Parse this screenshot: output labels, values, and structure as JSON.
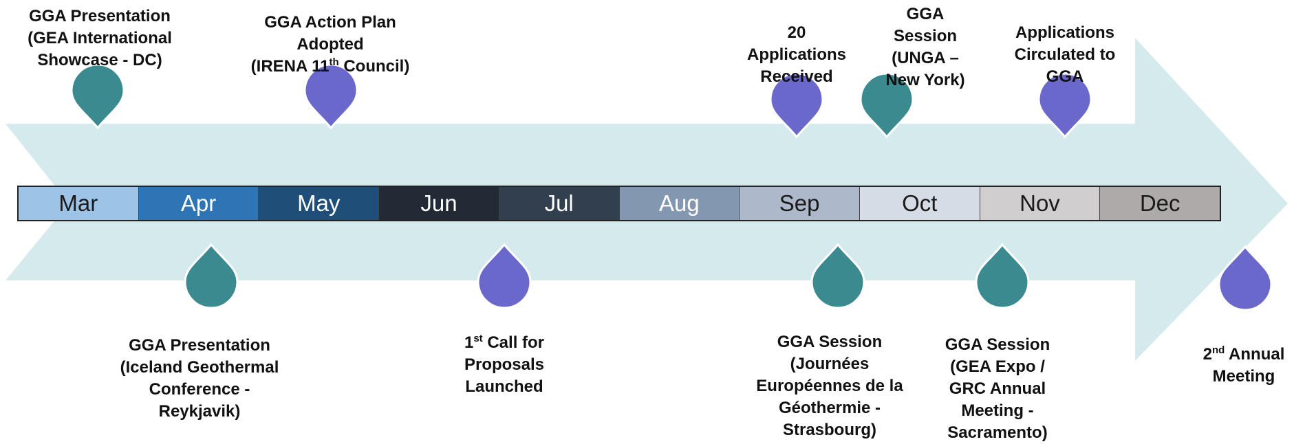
{
  "colors": {
    "arrow_fill": "#d4eaed",
    "pin_teal": "#3b8a8f",
    "pin_purple": "#6b68cc",
    "pin_outline": "#ffffff"
  },
  "months": [
    {
      "label": "Mar",
      "bg": "#9dc3e6",
      "fg": "#1a1a1a"
    },
    {
      "label": "Apr",
      "bg": "#2e75b6",
      "fg": "#ffffff"
    },
    {
      "label": "May",
      "bg": "#1f4e79",
      "fg": "#ffffff"
    },
    {
      "label": "Jun",
      "bg": "#222a35",
      "fg": "#ffffff"
    },
    {
      "label": "Jul",
      "bg": "#323f4f",
      "fg": "#ffffff"
    },
    {
      "label": "Aug",
      "bg": "#8497b0",
      "fg": "#ffffff"
    },
    {
      "label": "Sep",
      "bg": "#adb9ca",
      "fg": "#1a1a1a"
    },
    {
      "label": "Oct",
      "bg": "#d6dce5",
      "fg": "#1a1a1a"
    },
    {
      "label": "Nov",
      "bg": "#d0cece",
      "fg": "#1a1a1a"
    },
    {
      "label": "Dec",
      "bg": "#aeaaaa",
      "fg": "#1a1a1a"
    }
  ],
  "events": {
    "e1": {
      "color": "teal",
      "lines": [
        {
          "text": "GGA Presentation"
        },
        {
          "text": "(GEA International"
        },
        {
          "text": "Showcase - DC)"
        }
      ]
    },
    "e2": {
      "color": "teal",
      "lines": [
        {
          "text": "GGA Presentation"
        },
        {
          "text": "(Iceland Geothermal"
        },
        {
          "text": "Conference -"
        },
        {
          "text": "Reykjavik)"
        }
      ]
    },
    "e3": {
      "color": "purple",
      "lines": [
        {
          "text": "GGA Action Plan"
        },
        {
          "text": "Adopted"
        },
        {
          "text": "(IRENA 11",
          "sup": "th",
          "after": " Council)"
        }
      ]
    },
    "e4": {
      "color": "purple",
      "lines": [
        {
          "text": "1",
          "sup": "st",
          "after": " Call for"
        },
        {
          "text": "Proposals"
        },
        {
          "text": "Launched"
        }
      ]
    },
    "e5": {
      "color": "purple",
      "lines": [
        {
          "text": "20"
        },
        {
          "text": "Applications"
        },
        {
          "text": "Received"
        }
      ]
    },
    "e6": {
      "color": "teal",
      "lines": [
        {
          "text": "GGA Session"
        },
        {
          "text": "(Journées"
        },
        {
          "text": "Européennes de la"
        },
        {
          "text": "Géothermie -"
        },
        {
          "text": "Strasbourg)"
        }
      ]
    },
    "e7": {
      "color": "teal",
      "lines": [
        {
          "text": "GGA"
        },
        {
          "text": "Session"
        },
        {
          "text": "(UNGA –"
        },
        {
          "text": "New York)"
        }
      ]
    },
    "e8": {
      "color": "teal",
      "lines": [
        {
          "text": "GGA Session"
        },
        {
          "text": "(GEA Expo /"
        },
        {
          "text": "GRC Annual"
        },
        {
          "text": "Meeting -"
        },
        {
          "text": "Sacramento)"
        }
      ]
    },
    "e9": {
      "color": "purple",
      "lines": [
        {
          "text": "Applications"
        },
        {
          "text": "Circulated to"
        },
        {
          "text": "GGA"
        }
      ]
    },
    "e10": {
      "color": "purple",
      "lines": [
        {
          "text": "2",
          "sup": "nd",
          "after": " Annual"
        },
        {
          "text": "Meeting"
        }
      ]
    }
  }
}
